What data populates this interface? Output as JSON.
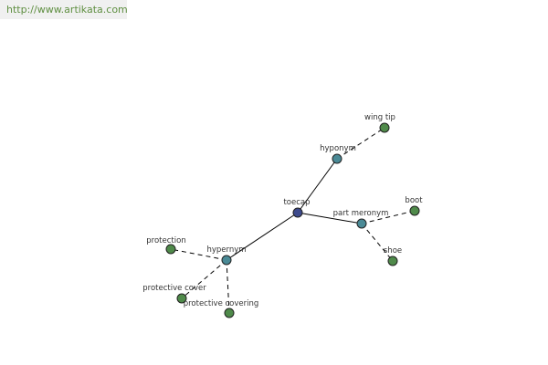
{
  "header": {
    "url": "http://www.artikata.com",
    "url_color": "#5f8f41"
  },
  "colors": {
    "root_node": "#3d4a8c",
    "relation_node": "#4a8a96",
    "term_node": "#4f8a4a"
  },
  "graph": {
    "nodes": [
      {
        "id": "toecap",
        "label": "toecap",
        "kind": "root"
      },
      {
        "id": "hyponym",
        "label": "hyponym",
        "kind": "relation"
      },
      {
        "id": "part-meronym",
        "label": "part meronym",
        "kind": "relation"
      },
      {
        "id": "hypernym",
        "label": "hypernym",
        "kind": "relation"
      },
      {
        "id": "wing-tip",
        "label": "wing tip",
        "kind": "term"
      },
      {
        "id": "boot",
        "label": "boot",
        "kind": "term"
      },
      {
        "id": "shoe",
        "label": "shoe",
        "kind": "term"
      },
      {
        "id": "protection",
        "label": "protection",
        "kind": "term"
      },
      {
        "id": "protective-cover",
        "label": "protective cover",
        "kind": "term"
      },
      {
        "id": "protective-covering",
        "label": "protective covering",
        "kind": "term"
      }
    ],
    "edges": [
      {
        "from": "toecap",
        "to": "hyponym",
        "style": "solid"
      },
      {
        "from": "toecap",
        "to": "part-meronym",
        "style": "solid"
      },
      {
        "from": "toecap",
        "to": "hypernym",
        "style": "solid"
      },
      {
        "from": "hyponym",
        "to": "wing-tip",
        "style": "dashed"
      },
      {
        "from": "part-meronym",
        "to": "boot",
        "style": "dashed"
      },
      {
        "from": "part-meronym",
        "to": "shoe",
        "style": "dashed"
      },
      {
        "from": "hypernym",
        "to": "protection",
        "style": "dashed"
      },
      {
        "from": "hypernym",
        "to": "protective-cover",
        "style": "dashed"
      },
      {
        "from": "hypernym",
        "to": "protective-covering",
        "style": "dashed"
      }
    ]
  }
}
